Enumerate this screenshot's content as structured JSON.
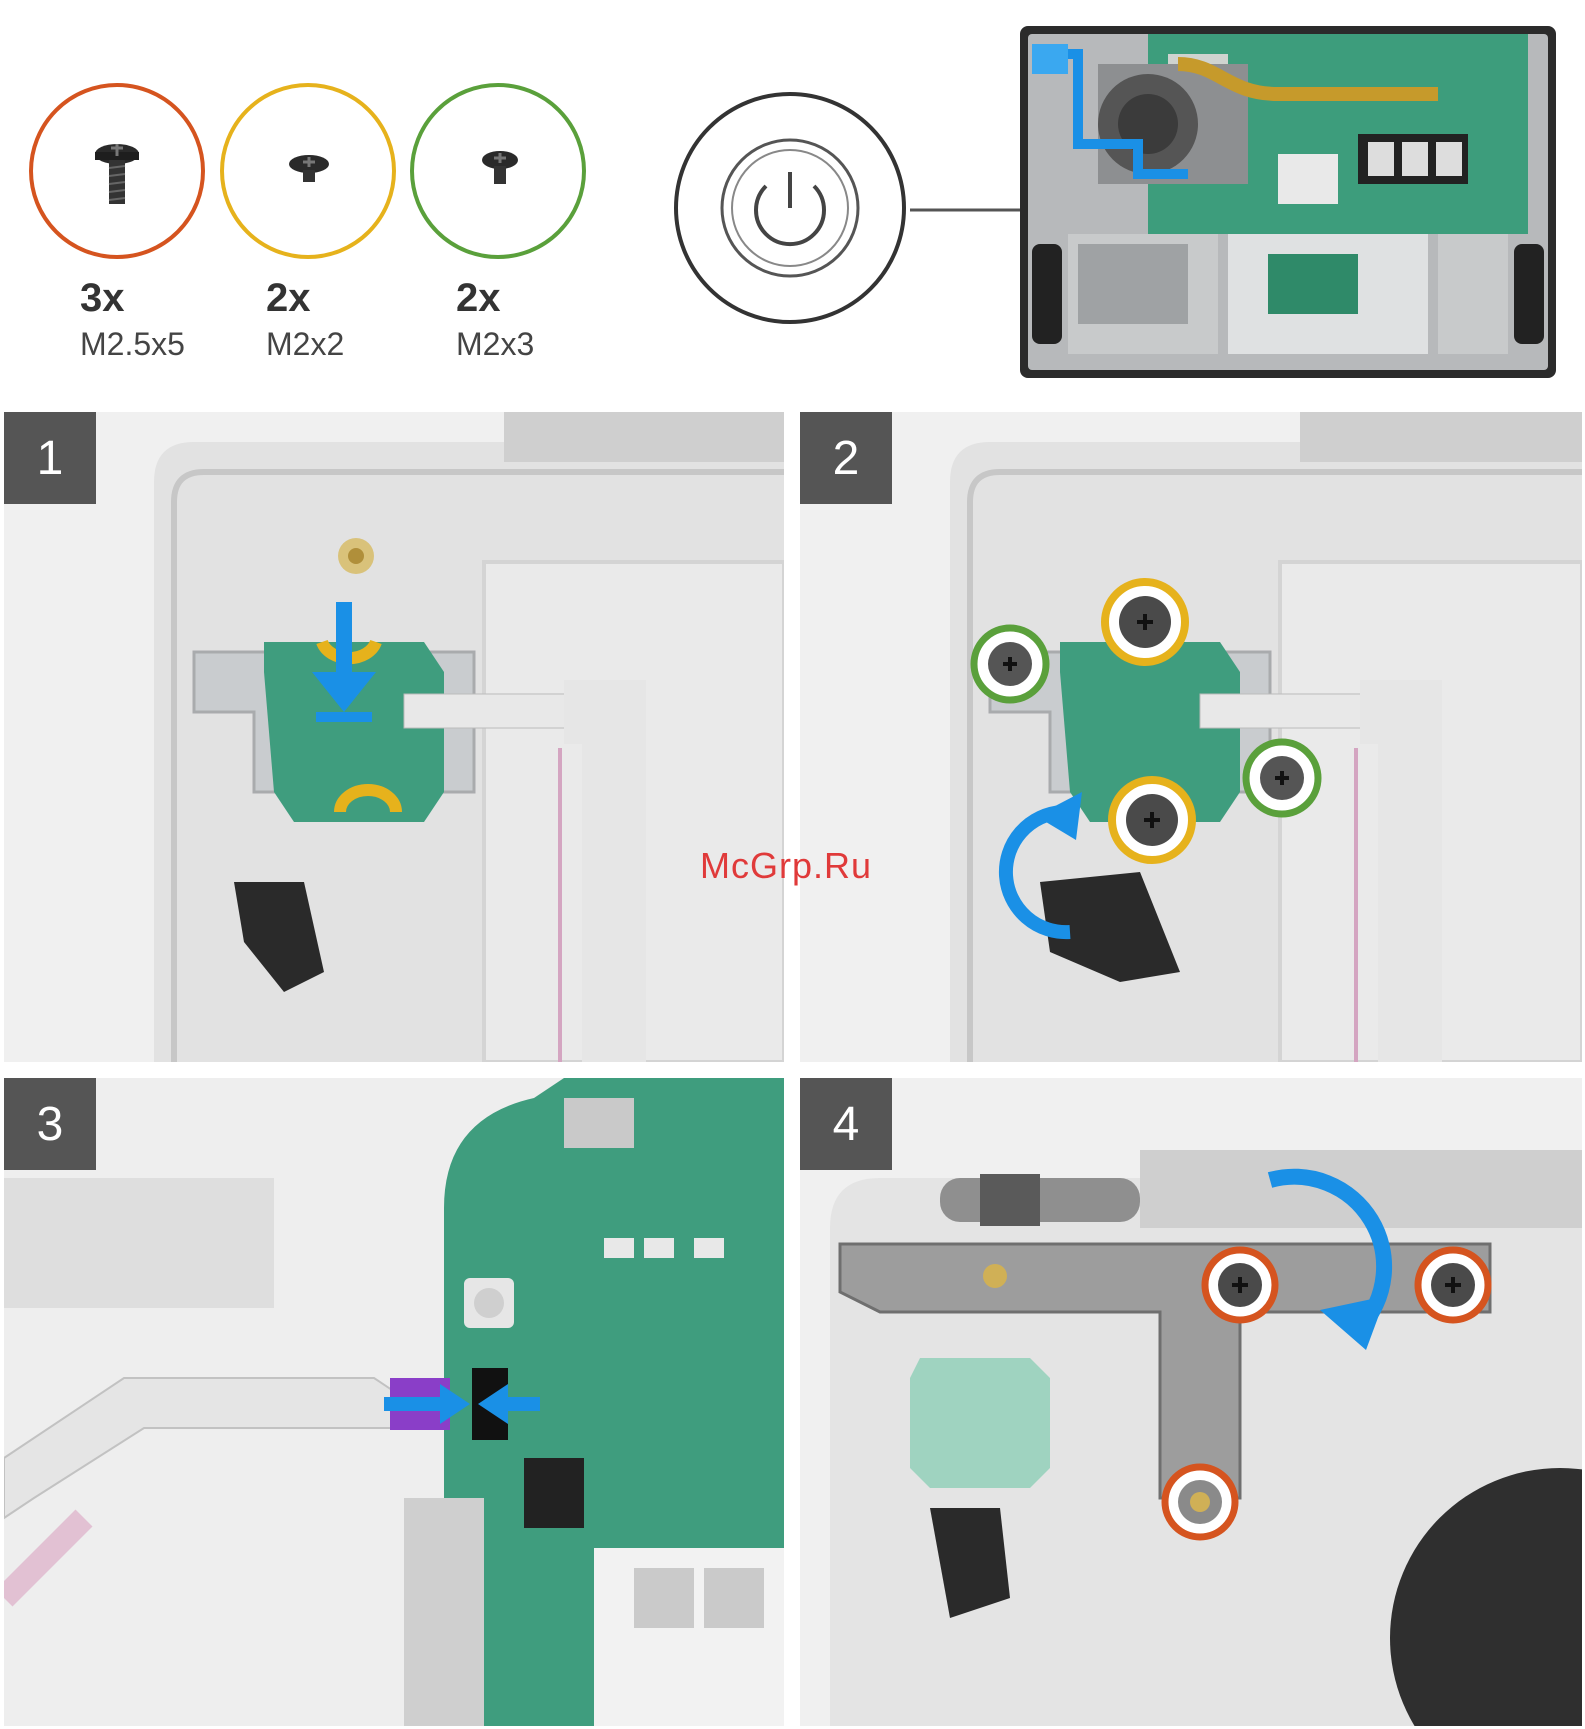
{
  "screws": [
    {
      "count": "3x",
      "size": "M2.5x5",
      "ring_color": "#d5541f",
      "icon": "screw-long-icon"
    },
    {
      "count": "2x",
      "size": "M2x2",
      "ring_color": "#e6b21c",
      "icon": "screw-short-icon"
    },
    {
      "count": "2x",
      "size": "M2x3",
      "ring_color": "#5aa03b",
      "icon": "screw-short-icon"
    }
  ],
  "power_icon": "power-button-icon",
  "steps": [
    {
      "number": "1"
    },
    {
      "number": "2"
    },
    {
      "number": "3"
    },
    {
      "number": "4"
    }
  ],
  "watermark": "McGrp.Ru",
  "colors": {
    "accent_blue": "#1a90e6",
    "board_green": "#3f9d7e",
    "m2x2_ring": "#e6b21c",
    "m2x3_ring": "#5aa03b",
    "m25x5_ring": "#d5541f"
  }
}
